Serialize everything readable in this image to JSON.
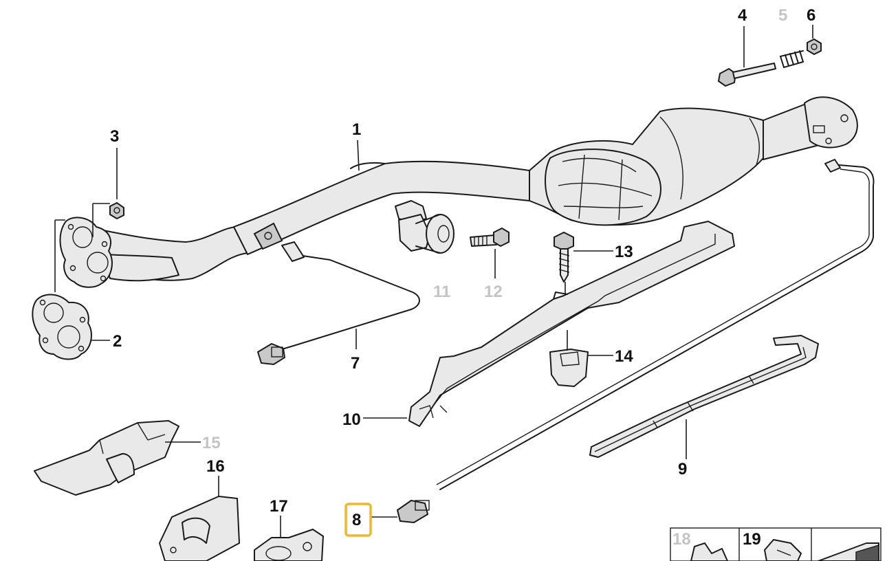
{
  "highlight_color": "#f2b62a",
  "callouts": {
    "p1": {
      "label": "1",
      "faded": false
    },
    "p2": {
      "label": "2",
      "faded": false
    },
    "p3": {
      "label": "3",
      "faded": false
    },
    "p4": {
      "label": "4",
      "faded": false
    },
    "p5": {
      "label": "5",
      "faded": true
    },
    "p6": {
      "label": "6",
      "faded": false
    },
    "p7": {
      "label": "7",
      "faded": false
    },
    "p8": {
      "label": "8",
      "faded": false,
      "highlighted": true
    },
    "p9": {
      "label": "9",
      "faded": false
    },
    "p10": {
      "label": "10",
      "faded": false
    },
    "p11": {
      "label": "11",
      "faded": true
    },
    "p12": {
      "label": "12",
      "faded": true
    },
    "p13": {
      "label": "13",
      "faded": false
    },
    "p14": {
      "label": "14",
      "faded": false
    },
    "p15": {
      "label": "15",
      "faded": true
    },
    "p16": {
      "label": "16",
      "faded": false
    },
    "p17": {
      "label": "17",
      "faded": false
    },
    "p18": {
      "label": "18",
      "faded": true
    },
    "p19": {
      "label": "19",
      "faded": false
    }
  }
}
